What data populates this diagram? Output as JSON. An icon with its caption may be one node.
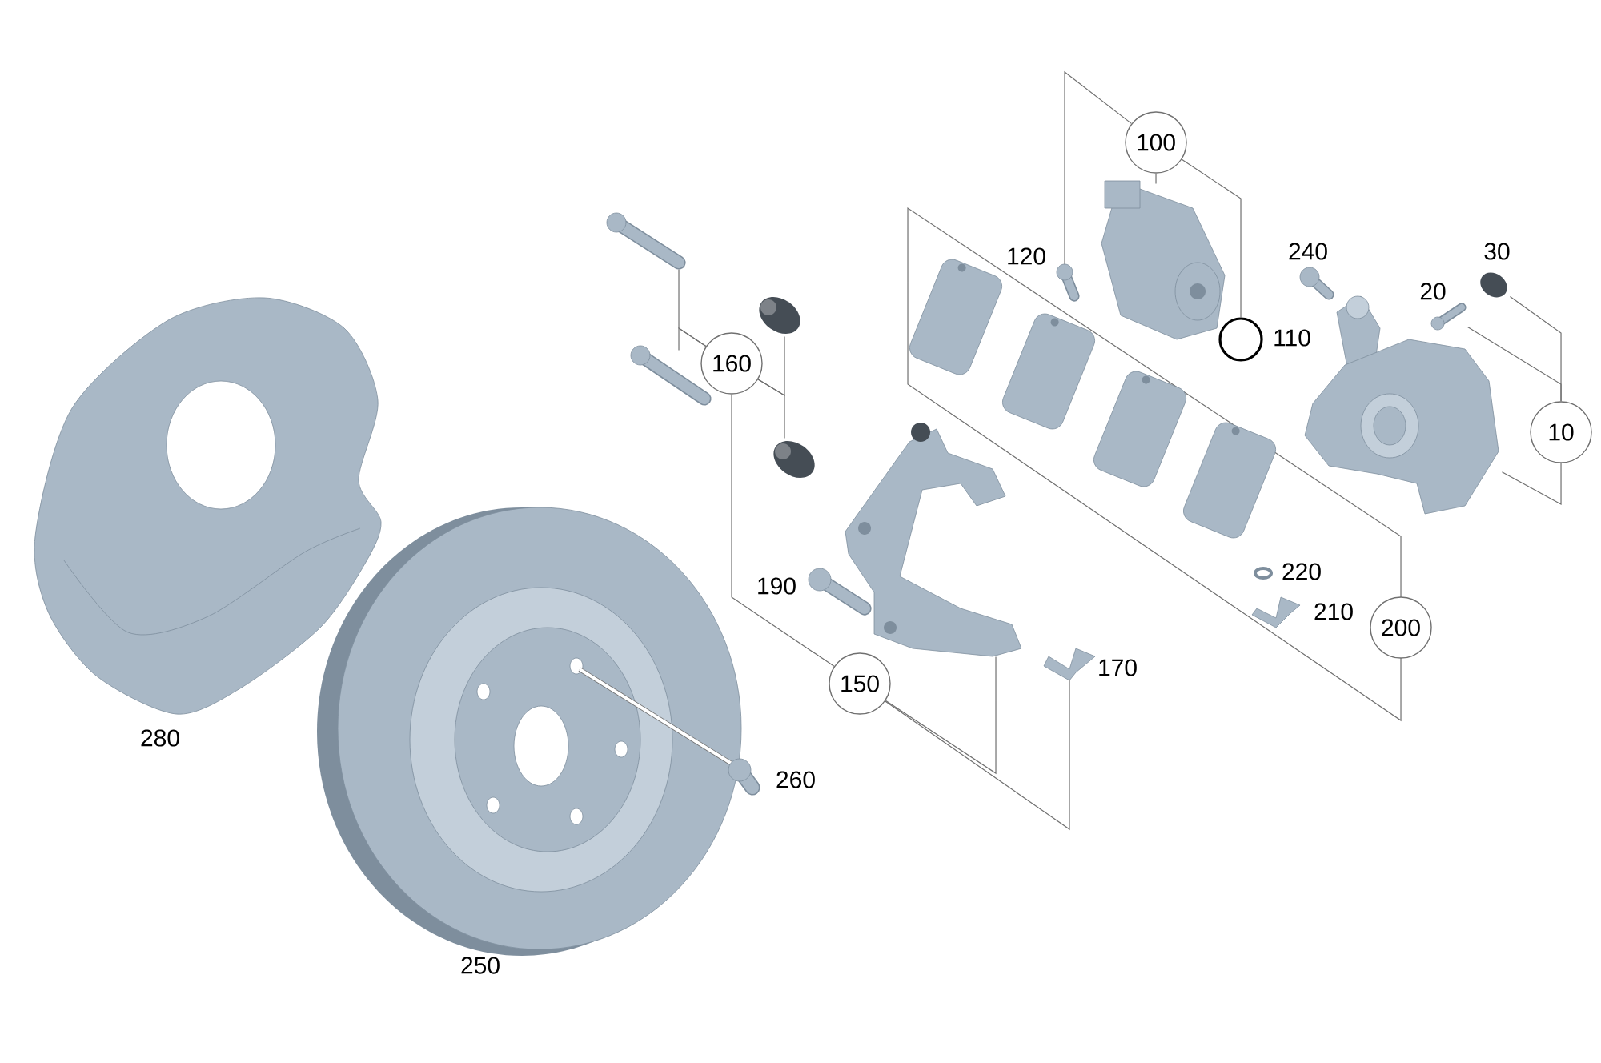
{
  "diagram": {
    "nodes": [
      {
        "text": [
          "100"
        ]
      },
      {
        "text": [],
        "shape": "picture"
      },
      {
        "text": [],
        "shape": "picture",
        "beside": [
          "120"
        ]
      },
      {
        "text": [],
        "shape": "circle",
        "beside": [
          "110"
        ]
      },
      {
        "text": [
          "160"
        ]
      },
      {
        "text": [],
        "shape": "picture"
      },
      {
        "text": [],
        "shape": "picture"
      },
      {
        "text": [],
        "shape": "picture"
      },
      {
        "text": [],
        "shape": "picture"
      },
      {
        "text": [
          "10"
        ]
      },
      {
        "text": [],
        "shape": "picture",
        "beside": [
          "30"
        ]
      },
      {
        "text": [],
        "shape": "picture",
        "beside": [
          "20"
        ]
      },
      {
        "text": [],
        "shape": "picture"
      },
      {
        "text": [
          "200"
        ]
      },
      {
        "text": [
          "150"
        ]
      },
      {
        "text": [],
        "shape": "picture"
      },
      {
        "text": [],
        "shape": "picture",
        "beside": [
          "170"
        ]
      }
    ],
    "edges": [
      {
        "from": 0,
        "to": 1,
        "arrow": "none"
      },
      {
        "from": 0,
        "to": 2,
        "arrow": "none"
      },
      {
        "from": 0,
        "to": 3,
        "arrow": "none"
      },
      {
        "from": 4,
        "to": 5,
        "arrow": "none"
      },
      {
        "from": 4,
        "to": 6,
        "arrow": "none"
      },
      {
        "from": 4,
        "to": 7,
        "arrow": "none"
      },
      {
        "from": 4,
        "to": 8,
        "arrow": "none"
      },
      {
        "from": 4,
        "to": 14,
        "arrow": "none"
      },
      {
        "from": 14,
        "to": 15,
        "arrow": "none"
      },
      {
        "from": 14,
        "to": 16,
        "arrow": "none"
      },
      {
        "from": 9,
        "to": 10,
        "arrow": "none"
      },
      {
        "from": 9,
        "to": 11,
        "arrow": "none"
      },
      {
        "from": 9,
        "to": 12,
        "arrow": "none"
      }
    ],
    "labels": [
      "240",
      "190",
      "220",
      "210",
      "280",
      "260",
      "250"
    ]
  }
}
